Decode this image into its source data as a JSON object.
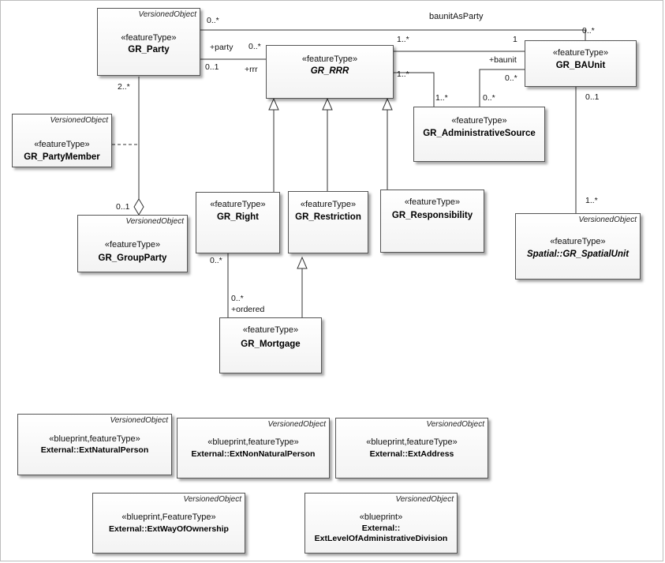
{
  "classes": {
    "party": {
      "tag": "VersionedObject",
      "stereotype": "«featureType»",
      "name": "GR_Party"
    },
    "rrr": {
      "tag": "",
      "stereotype": "«featureType»",
      "name": "GR_RRR"
    },
    "baunit": {
      "tag": "",
      "stereotype": "«featureType»",
      "name": "GR_BAUnit"
    },
    "party_member": {
      "tag": "VersionedObject",
      "stereotype": "«featureType»",
      "name": "GR_PartyMember"
    },
    "admin_source": {
      "tag": "",
      "stereotype": "«featureType»",
      "name": "GR_AdministrativeSource"
    },
    "right": {
      "tag": "",
      "stereotype": "«featureType»",
      "name": "GR_Right"
    },
    "restriction": {
      "tag": "",
      "stereotype": "«featureType»",
      "name": "GR_Restriction"
    },
    "responsibility": {
      "tag": "",
      "stereotype": "«featureType»",
      "name": "GR_Responsibility"
    },
    "group_party": {
      "tag": "VersionedObject",
      "stereotype": "«featureType»",
      "name": "GR_GroupParty"
    },
    "spatial_unit": {
      "tag": "VersionedObject",
      "stereotype": "«featureType»",
      "name": "Spatial::GR_SpatialUnit"
    },
    "mortgage": {
      "tag": "",
      "stereotype": "«featureType»",
      "name": "GR_Mortgage"
    },
    "ext_natural_person": {
      "tag": "VersionedObject",
      "stereotype": "«blueprint,featureType»",
      "name": "External::ExtNaturalPerson"
    },
    "ext_non_natural_person": {
      "tag": "VersionedObject",
      "stereotype": "«blueprint,featureType»",
      "name": "External::ExtNonNaturalPerson"
    },
    "ext_address": {
      "tag": "VersionedObject",
      "stereotype": "«blueprint,featureType»",
      "name": "External::ExtAddress"
    },
    "ext_way_of_ownership": {
      "tag": "VersionedObject",
      "stereotype": "«blueprint,FeatureType»",
      "name": "External::ExtWayOfOwnership"
    },
    "ext_level_admin_division": {
      "tag": "VersionedObject",
      "stereotype": "«blueprint»",
      "name_line1": "External::",
      "name_line2": "ExtLevelOfAdministrativeDivision"
    }
  },
  "labels": {
    "baunit_as_party": "baunitAsParty",
    "party_baunit_mult": "0..*",
    "baunit_party_mult": "0..*",
    "party_role": "+party",
    "party_rrr_mult": "0..*",
    "party_mult_1": "0..1",
    "rrr_role": "+rrr",
    "rrr_baunit_mult": "1..*",
    "baunit_rrr_mult": "1",
    "baunit_role": "+baunit",
    "baunit_src_mult": "0..*",
    "rrr_src_mult": "1..*",
    "src_rrr_mult": "1..*",
    "src_baunit_mult": "0..*",
    "baunit_su_mult": "0..1",
    "su_mult": "1..*",
    "party_group_mult": "2..*",
    "group_mult": "0..1",
    "right_mult": "0..*",
    "mortgage_mult": "0..*",
    "ordered_role": "+ordered"
  }
}
